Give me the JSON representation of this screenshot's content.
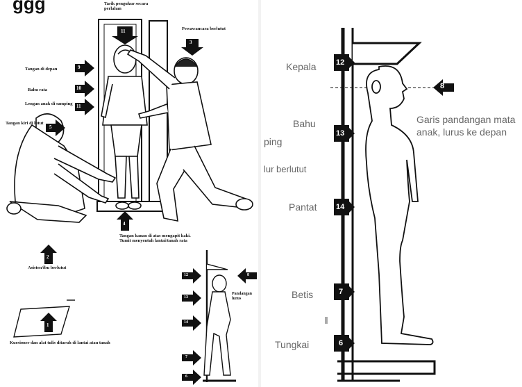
{
  "left": {
    "header_fragment": "ggg",
    "labels": {
      "tarik": "Tarik pengukur secara perlahan",
      "pewawancara": "Pewawancara berlutut",
      "tangan_depan": "Tangan di depan",
      "bahu_rata": "Bahu rata",
      "lengan": "Lengan anak di samping",
      "tangan_kiri": "Tangan kiri di lutut",
      "tangan_kanan": "Tangan kanan di atas mengapit kaki. Tumit menyentuh lantai/tanah rata",
      "asisten": "Asisten/ibu berlutut",
      "kuesioner": "Kuesioner dan alat tulis ditaruh di lantai atau tanah",
      "pandangan": "Pandangan lurus"
    },
    "markers": {
      "top": "11",
      "pewawancara": "3",
      "tangan_depan": "9",
      "bahu": "10",
      "lengan": "11",
      "tangan_kiri": "5",
      "tangan_kanan": "4",
      "asisten": "2",
      "kuesioner": "1",
      "small_1": "12",
      "small_2": "13",
      "small_3": "14",
      "small_4": "7",
      "small_5": "6",
      "small_eye": "8"
    }
  },
  "right": {
    "labels": {
      "kepala": "Kepala",
      "bahu": "Bahu",
      "ping": "ping",
      "berlutut": "lur berlutut",
      "pantat": "Pantat",
      "betis": "Betis",
      "tungkai": "Tungkai",
      "garis": "Garis pandangan mata anak, lurus ke depan"
    },
    "markers": {
      "kepala": "12",
      "bahu": "13",
      "pantat": "14",
      "betis": "7",
      "tungkai": "6",
      "eye": "8"
    }
  }
}
